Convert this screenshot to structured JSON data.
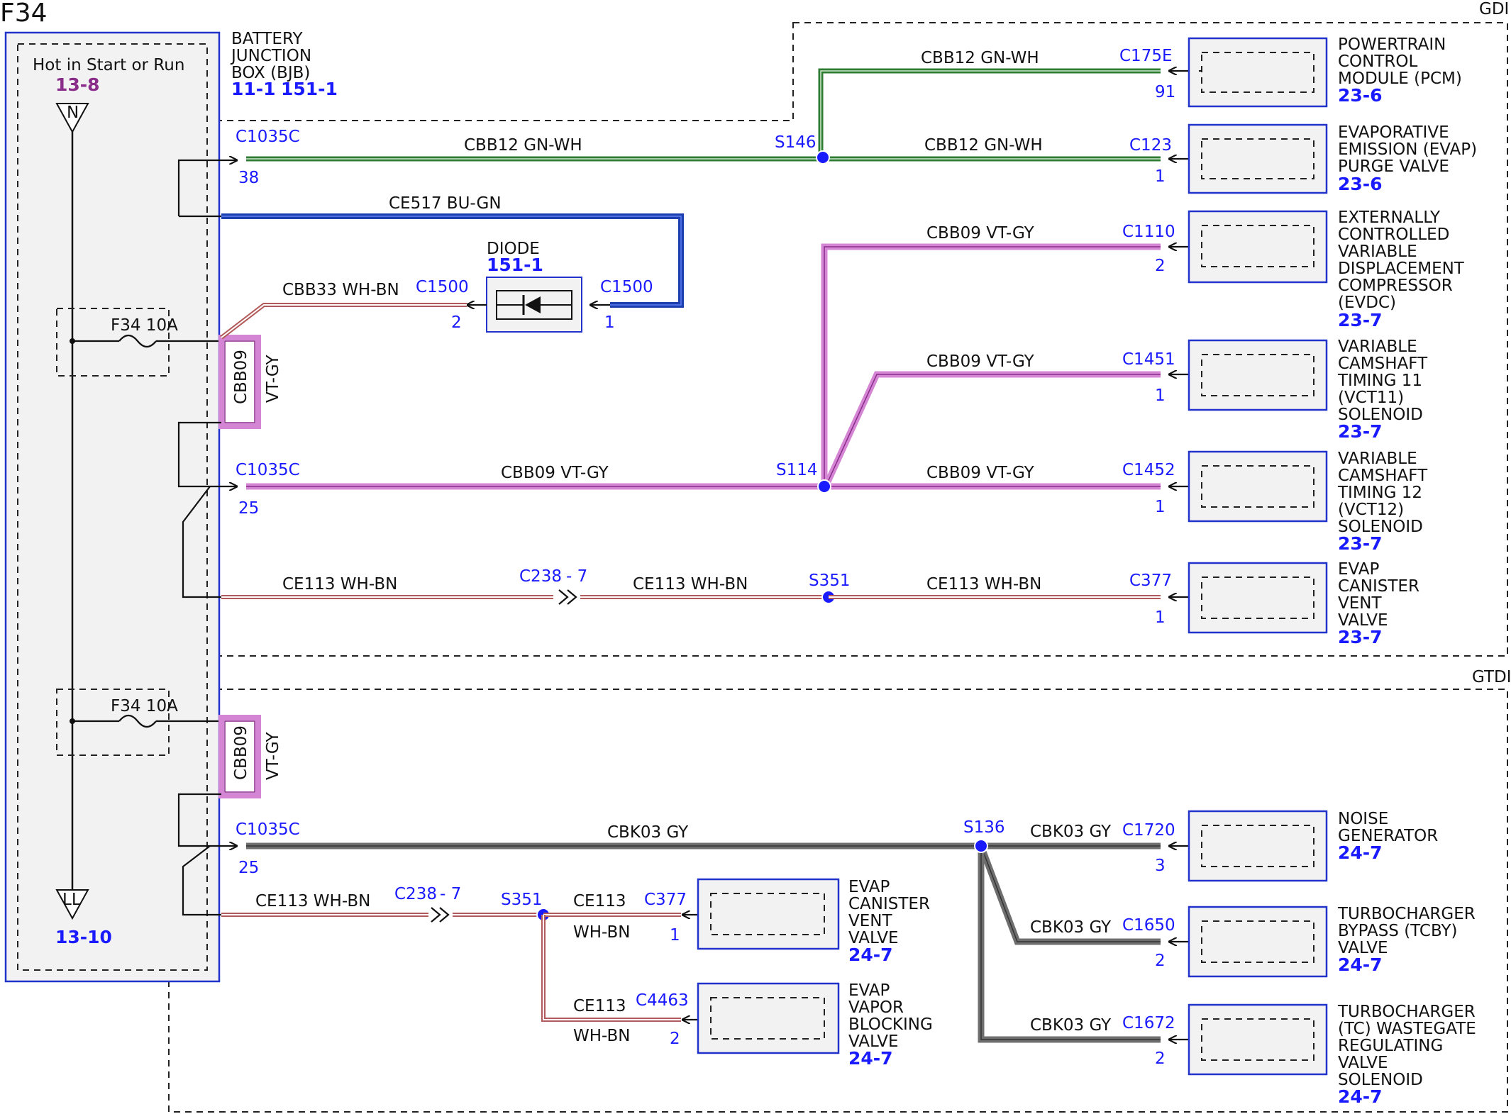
{
  "page": {
    "title": "F34",
    "region_gdi": "GDI",
    "region_gtdi": "GTDI"
  },
  "colors": {
    "gn_wh": "#2e7d32",
    "bu_gn": "#1e3fb0",
    "vt_gy": "#d486d4",
    "wh_bn": "#b35b5b",
    "gy": "#6e6e6e",
    "splice": "#1a1aff",
    "frame": "#2233cc"
  },
  "bjb": {
    "title_1": "BATTERY",
    "title_2": "JUNCTION",
    "title_3": "BOX (BJB)",
    "ref_1": "11-1",
    "ref_2": "151-1",
    "hot_label": "Hot in Start or Run",
    "hot_ref": "13-8",
    "top_terminal": "N",
    "bottom_terminal": "LL",
    "bottom_ref": "13-10",
    "fuse_top": "F34  10A",
    "fuse_bottom": "F34  10A",
    "fuse_out_top": "CBB09",
    "fuse_out_top_color": "VT-GY",
    "fuse_out_bottom": "CBB09",
    "fuse_out_bottom_color": "VT-GY"
  },
  "gdi": {
    "c1035c_top": "C1035C",
    "c1035c_top_pin": "38",
    "wire_cbb12_left": "CBB12  GN-WH",
    "splice_s146": "S146",
    "wire_cbb12_right": "CBB12  GN-WH",
    "c123": "C123",
    "c123_pin": "1",
    "wire_cbb12_up": "CBB12  GN-WH",
    "c175e": "C175E",
    "c175e_pin": "91",
    "wire_ce517": "CE517  BU-GN",
    "diode_label": "DIODE",
    "diode_ref": "151-1",
    "c1500_left": "C1500",
    "c1500_left_pin": "2",
    "c1500_right": "C1500",
    "c1500_right_pin": "1",
    "wire_cbb33": "CBB33  WH-BN",
    "c1035c_mid": "C1035C",
    "c1035c_mid_pin": "25",
    "wire_cbb09_left": "CBB09 VT-GY",
    "splice_s114": "S114",
    "wire_cbb09_c1110": "CBB09  VT-GY",
    "c1110": "C1110",
    "c1110_pin": "2",
    "wire_cbb09_c1451": "CBB09  VT-GY",
    "c1451": "C1451",
    "c1451_pin": "1",
    "wire_cbb09_c1452": "CBB09  VT-GY",
    "c1452": "C1452",
    "c1452_pin": "1",
    "wire_ce113_a": "CE113 WH-BN",
    "c238": "C238",
    "c238_pin": "- 7",
    "wire_ce113_b": "CE113  WH-BN",
    "splice_s351": "S351",
    "wire_ce113_c": "CE113  WH-BN",
    "c377": "C377",
    "c377_pin": "1"
  },
  "gdi_components": [
    {
      "l1": "POWERTRAIN",
      "l2": "CONTROL",
      "l3": "MODULE (PCM)",
      "l4": "",
      "l5": "",
      "l6": "",
      "ref": "23-6"
    },
    {
      "l1": "EVAPORATIVE",
      "l2": "EMISSION (EVAP)",
      "l3": "PURGE VALVE",
      "l4": "",
      "l5": "",
      "l6": "",
      "ref": "23-6"
    },
    {
      "l1": "EXTERNALLY",
      "l2": "CONTROLLED",
      "l3": "VARIABLE",
      "l4": "DISPLACEMENT",
      "l5": "COMPRESSOR",
      "l6": "(EVDC)",
      "ref": "23-7"
    },
    {
      "l1": "VARIABLE",
      "l2": "CAMSHAFT",
      "l3": "TIMING 11",
      "l4": "(VCT11)",
      "l5": "SOLENOID",
      "l6": "",
      "ref": "23-7"
    },
    {
      "l1": "VARIABLE",
      "l2": "CAMSHAFT",
      "l3": "TIMING 12",
      "l4": "(VCT12)",
      "l5": "SOLENOID",
      "l6": "",
      "ref": "23-7"
    },
    {
      "l1": "EVAP",
      "l2": "CANISTER",
      "l3": "VENT",
      "l4": "VALVE",
      "l5": "",
      "l6": "",
      "ref": "23-7"
    }
  ],
  "gtdi": {
    "c1035c": "C1035C",
    "c1035c_pin": "25",
    "wire_cbk03_main": "CBK03 GY",
    "splice_s136": "S136",
    "wire_cbk03_a": "CBK03  GY",
    "c1720": "C1720",
    "c1720_pin": "3",
    "wire_cbk03_b": "CBK03  GY",
    "c1650": "C1650",
    "c1650_pin": "2",
    "wire_cbk03_c": "CBK03  GY",
    "c1672": "C1672",
    "c1672_pin": "2",
    "wire_ce113_a": "CE113 WH-BN",
    "c238": "C238",
    "c238_pin": "- 7",
    "splice_s351": "S351",
    "wire_ce113_b1": "CE113",
    "wire_ce113_b2": "WH-BN",
    "c377": "C377",
    "c377_pin": "1",
    "wire_ce113_c1": "CE113",
    "wire_ce113_c2": "WH-BN",
    "c4463": "C4463",
    "c4463_pin": "2"
  },
  "gtdi_components": [
    {
      "l1": "NOISE",
      "l2": "GENERATOR",
      "l3": "",
      "l4": "",
      "l5": "",
      "ref": "24-7"
    },
    {
      "l1": "TURBOCHARGER",
      "l2": "BYPASS (TCBY)",
      "l3": "VALVE",
      "l4": "",
      "l5": "",
      "ref": "24-7"
    },
    {
      "l1": "TURBOCHARGER",
      "l2": "(TC) WASTEGATE",
      "l3": "REGULATING",
      "l4": "VALVE",
      "l5": "SOLENOID",
      "ref": "24-7"
    },
    {
      "l1": "EVAP",
      "l2": "CANISTER",
      "l3": "VENT",
      "l4": "VALVE",
      "l5": "",
      "ref": "24-7"
    },
    {
      "l1": "EVAP",
      "l2": "VAPOR",
      "l3": "BLOCKING",
      "l4": "VALVE",
      "l5": "",
      "ref": "24-7"
    }
  ]
}
